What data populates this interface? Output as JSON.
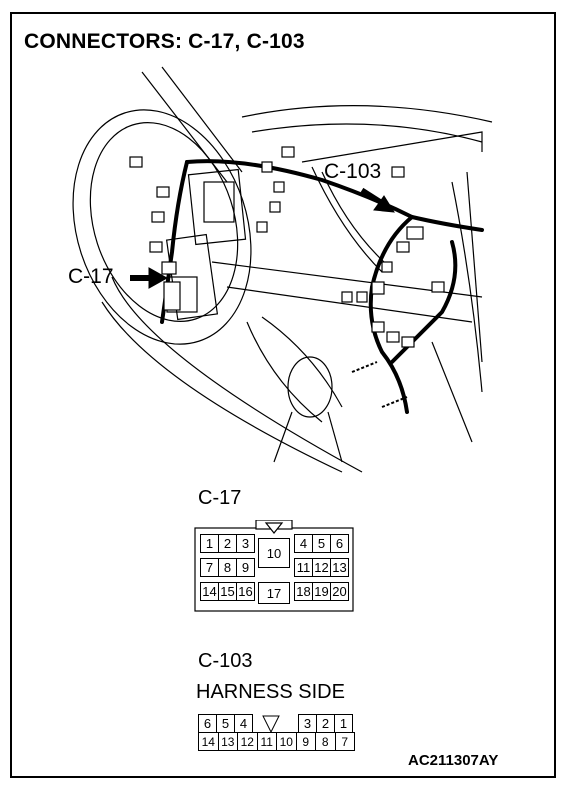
{
  "title": "CONNECTORS: C-17, C-103",
  "callouts": {
    "c17": "C-17",
    "c103": "C-103"
  },
  "connector_c17": {
    "name": "C-17",
    "left_rows": [
      [
        "1",
        "2",
        "3"
      ],
      [
        "7",
        "8",
        "9"
      ],
      [
        "14",
        "15",
        "16"
      ]
    ],
    "center": [
      "10",
      "17"
    ],
    "right_rows": [
      [
        "4",
        "5",
        "6"
      ],
      [
        "11",
        "12",
        "13"
      ],
      [
        "18",
        "19",
        "20"
      ]
    ]
  },
  "connector_c103": {
    "name": "C-103",
    "subtitle": "HARNESS SIDE",
    "top_left": [
      "6",
      "5",
      "4"
    ],
    "top_right": [
      "3",
      "2",
      "1"
    ],
    "bottom": [
      "14",
      "13",
      "12",
      "11",
      "10",
      "9",
      "8",
      "7"
    ]
  },
  "figure_code": "AC211307AY"
}
